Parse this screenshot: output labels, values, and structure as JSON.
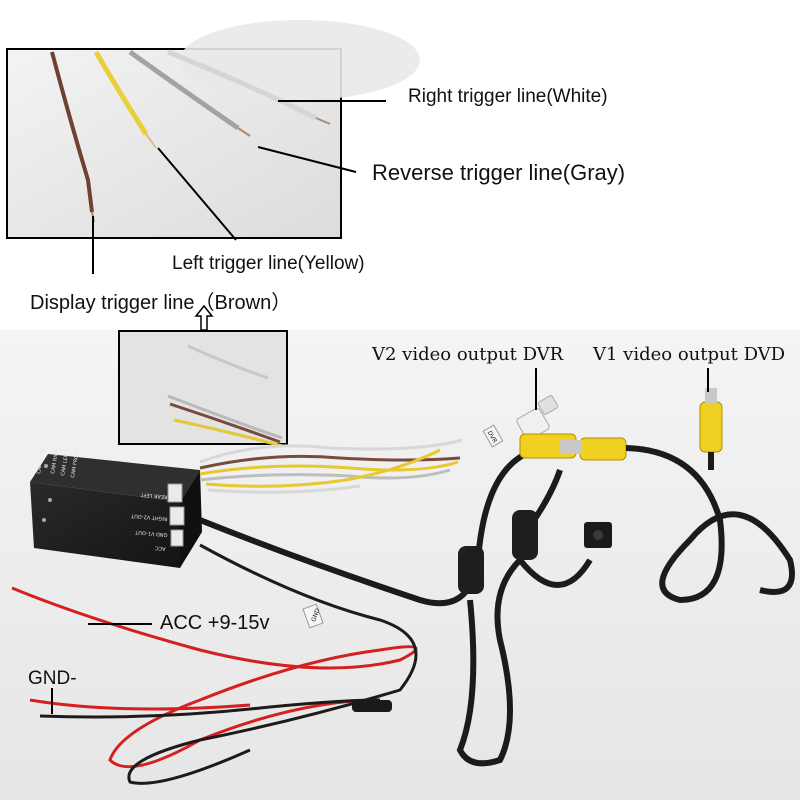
{
  "labels": {
    "right_trigger": "Right trigger line(White)",
    "reverse_trigger": "Reverse trigger line(Gray)",
    "left_trigger": "Left trigger line(Yellow)",
    "display_trigger": "Display trigger line（Brown）",
    "v2_output": "V2 video output DVR",
    "v1_output": "V1 video output DVD",
    "acc": "ACC +9-15v",
    "gnd": "GND-"
  },
  "box_silkscreen": {
    "left_column": [
      "CAM REAR",
      "CAM RIGHT",
      "CAM LEFT",
      "CAM FRONT"
    ],
    "port_a": "REAR  LEFT",
    "port_b": "RIGHT  V2-OUT",
    "port_c": "GND  V1-OUT",
    "port_d": "ACC"
  },
  "tags": {
    "gnd_tag": "GND",
    "dvr_tag": "DVR"
  },
  "colors": {
    "wire_brown": "#7a4a3a",
    "wire_yellow": "#e8c830",
    "wire_white": "#d8d8d8",
    "wire_gray": "#9a9a9a",
    "wire_red": "#d42020",
    "rca_yellow": "#f0d020",
    "box_black": "#1c1c1c"
  }
}
